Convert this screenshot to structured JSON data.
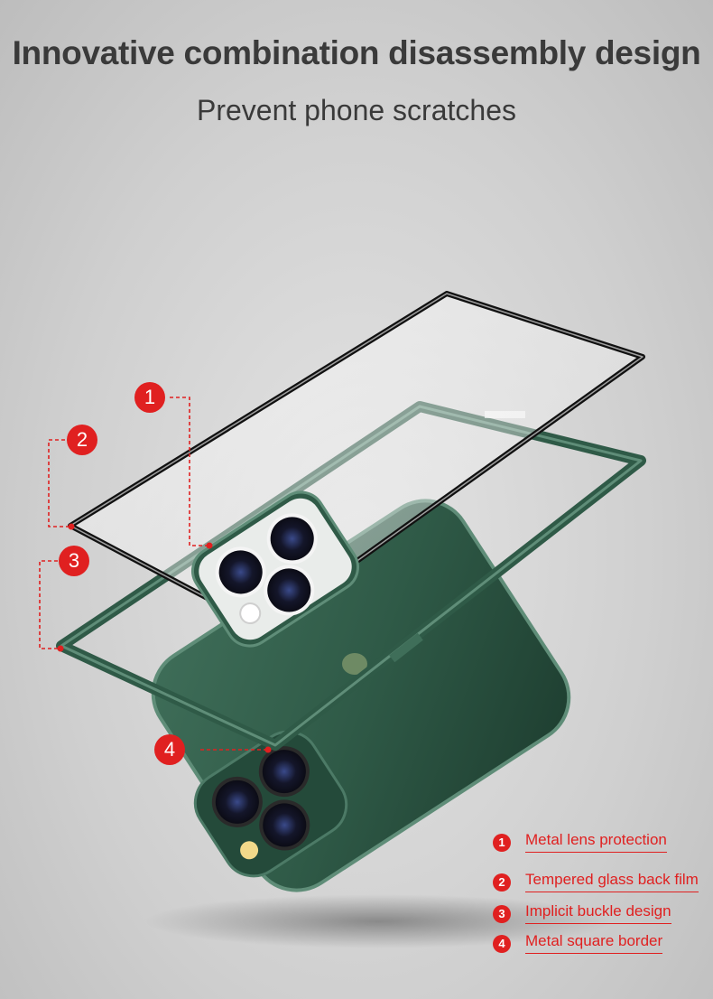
{
  "header": {
    "title": "Innovative combination disassembly design",
    "subtitle": "Prevent phone scratches"
  },
  "callouts": [
    {
      "number": "1"
    },
    {
      "number": "2"
    },
    {
      "number": "3"
    },
    {
      "number": "4"
    }
  ],
  "legend": {
    "items": [
      {
        "number": "1",
        "label": "Metal lens protection"
      },
      {
        "number": "2",
        "label": "Tempered glass back film"
      },
      {
        "number": "3",
        "label": "Implicit buckle design"
      },
      {
        "number": "4",
        "label": "Metal square border"
      }
    ]
  },
  "colors": {
    "accent": "#e02020",
    "phone_green": "#2f5a47",
    "text": "#3a3a3a"
  }
}
